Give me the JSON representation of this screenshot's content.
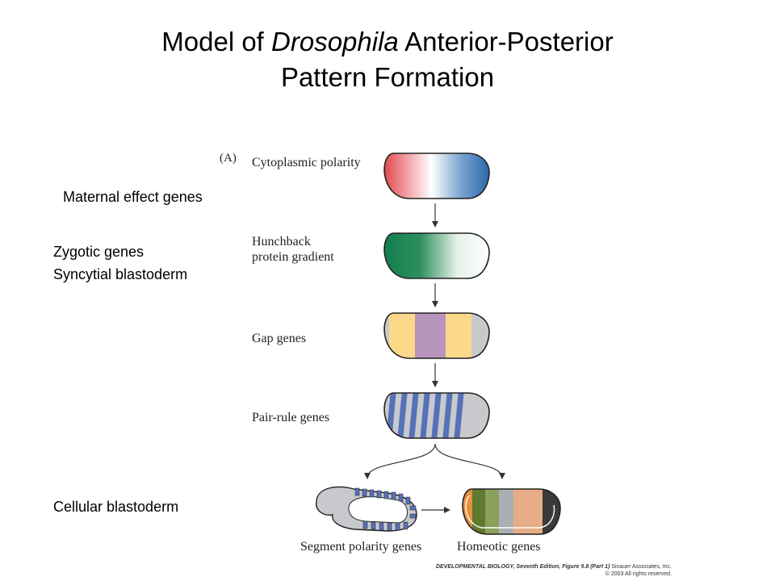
{
  "title": {
    "line1_pre": "Model of ",
    "line1_em": "Drosophila",
    "line1_post": " Anterior-Posterior",
    "line2": "Pattern Formation"
  },
  "side_labels": {
    "maternal": "Maternal effect genes",
    "zygotic": "Zygotic genes",
    "syncytial": "Syncytial blastoderm",
    "cellular": "Cellular blastoderm"
  },
  "panel_label": "(A)",
  "stages": {
    "cytoplasmic": "Cytoplasmic polarity",
    "hunchback_1": "Hunchback",
    "hunchback_2": "protein gradient",
    "gap": "Gap genes",
    "pair_rule": "Pair-rule genes",
    "segment_polarity": "Segment polarity genes",
    "homeotic": "Homeotic genes"
  },
  "credit": {
    "book": "DEVELOPMENTAL BIOLOGY, Seventh Edition, Figure 9.8 (Part 1)",
    "publisher": "Sinauer Associates, Inc.",
    "copyright": "© 2003 All rights reserved."
  },
  "colors": {
    "anterior_red": "#d7262e",
    "posterior_blue": "#1f62a8",
    "hunchback_green": "#0a7a4a",
    "gap_yellow": "#fcd98a",
    "gap_purple": "#b895bd",
    "pair_rule_blue": "#5671b8",
    "embryo_gray": "#c8c9cc"
  }
}
